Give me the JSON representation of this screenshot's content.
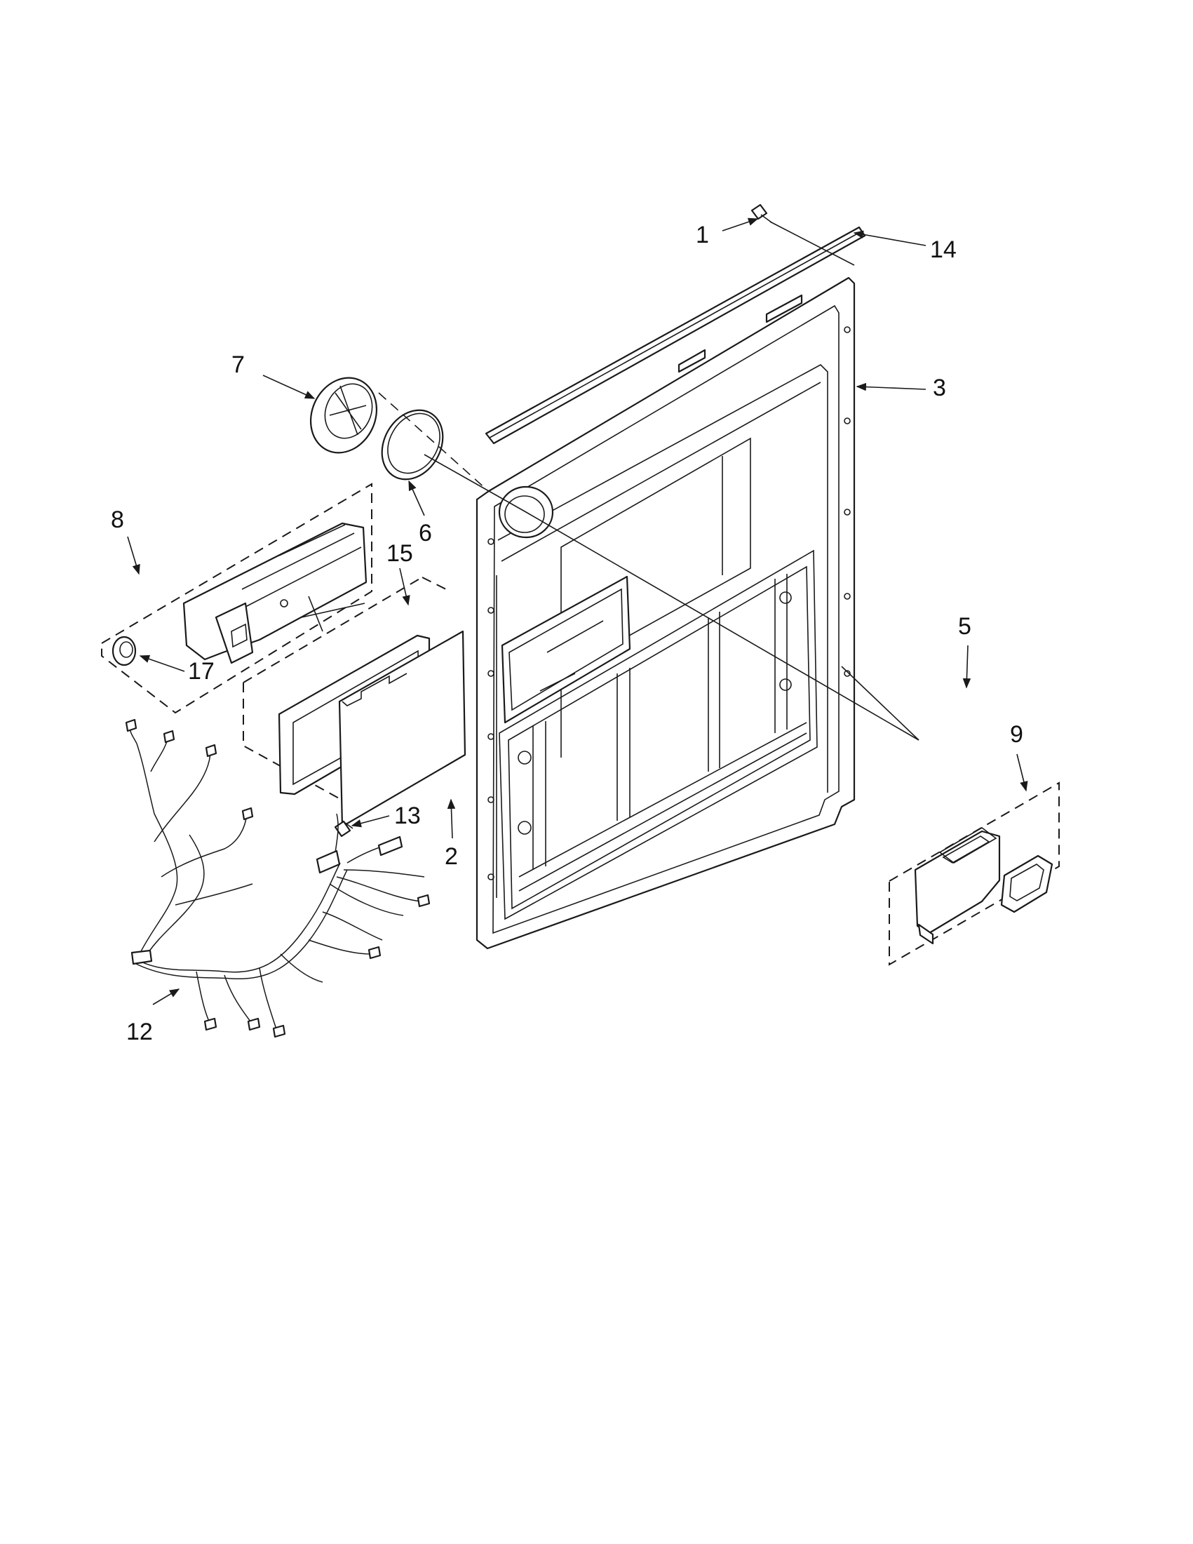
{
  "callouts": {
    "c1": "1",
    "c2": "2",
    "c3": "3",
    "c5": "5",
    "c6": "6",
    "c7": "7",
    "c8": "8",
    "c9": "9",
    "c12": "12",
    "c13": "13",
    "c14": "14",
    "c15": "15",
    "c17": "17"
  },
  "colors": {
    "line": "#1a1a1a",
    "background": "#ffffff"
  }
}
